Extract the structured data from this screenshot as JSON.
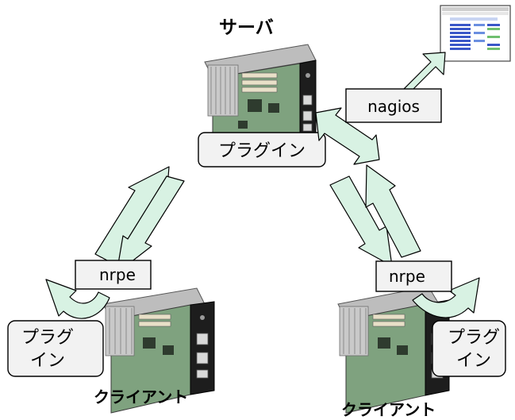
{
  "labels": {
    "server_title": "サーバ",
    "server_plugin": "プラグイン",
    "nagios": "nagios",
    "nrpe_left": "nrpe",
    "nrpe_right": "nrpe",
    "plugin_left_line1": "プラグ",
    "plugin_left_line2": "イン",
    "plugin_right_line1": "プラグ",
    "plugin_right_line2": "イン",
    "client_left": "クライアント",
    "client_right": "クライアント"
  },
  "colors": {
    "arrow_fill": "#d8f2e3",
    "box_fill": "#f2f2f2",
    "board_green": "#7fa27f",
    "monitor_blue": "#3a57c8"
  },
  "icons": [
    "server-blade-icon",
    "client-blade-icon",
    "monitor-screen-icon"
  ]
}
